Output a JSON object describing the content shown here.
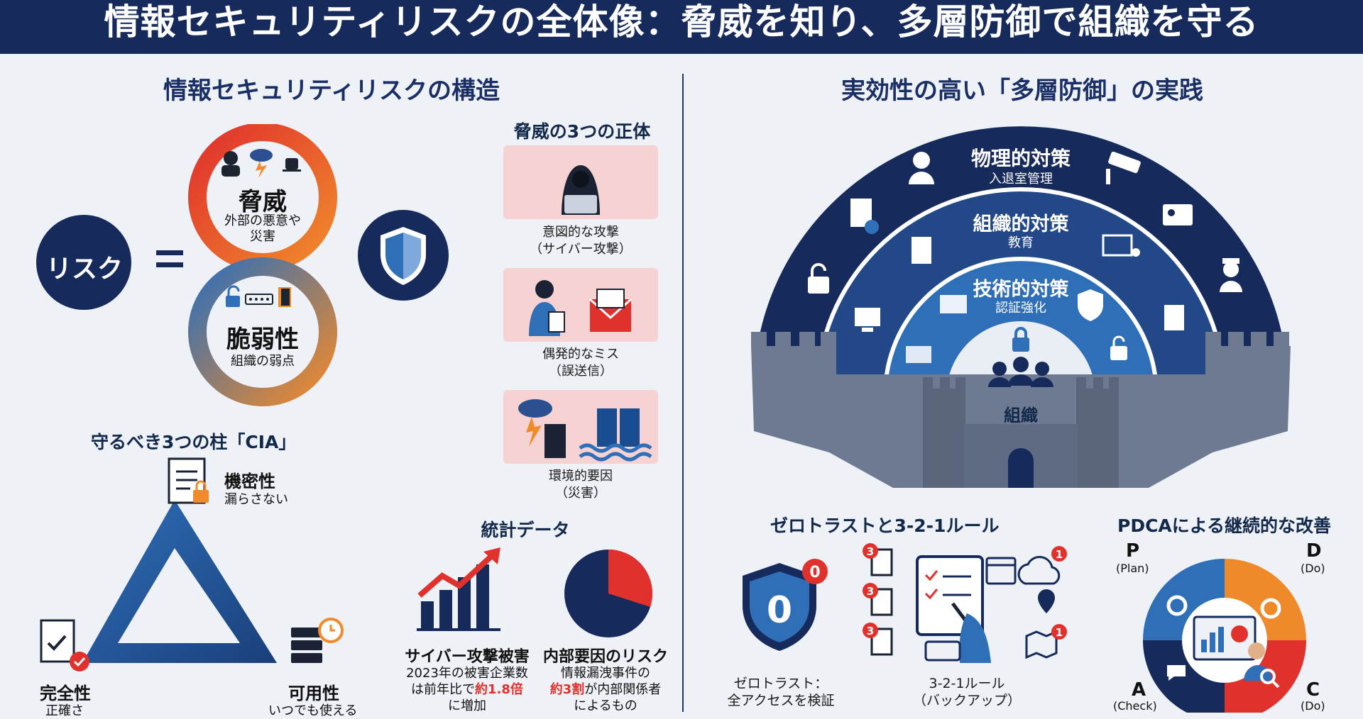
{
  "header": {
    "title": "情報セキュリティリスクの全体像：脅威を知り、多層防御で組織を守る"
  },
  "left": {
    "title": "情報セキュリティリスクの構造",
    "risk": {
      "risk_label": "リスク",
      "equals": "=",
      "threat_title": "脅威",
      "threat_desc": "外部の悪意や\n災害",
      "vuln_title": "脆弱性",
      "vuln_desc": "組織の弱点"
    },
    "threats": {
      "title": "脅威の3つの正体",
      "items": [
        {
          "caption": "意図的な攻撃\n（サイバー攻撃）"
        },
        {
          "caption": "偶発的なミス\n（誤送信）"
        },
        {
          "caption": "環境的要因\n（災害）"
        }
      ]
    },
    "cia": {
      "title": "守るべき3つの柱「CIA」",
      "confidentiality": {
        "label": "機密性",
        "desc": "漏らさない"
      },
      "integrity": {
        "label": "完全性",
        "desc": "正確さ"
      },
      "availability": {
        "label": "可用性",
        "desc": "いつでも使える"
      }
    },
    "stats": {
      "title": "統計データ",
      "cyber": {
        "title": "サイバー攻撃被害",
        "line1": "2023年の被害企業数",
        "line2_pre": "は前年比で",
        "line2_hl": "約1.8倍",
        "line3": "に増加"
      },
      "internal": {
        "title": "内部要因のリスク",
        "line1": "情報漏洩事件の",
        "line2_hl": "約3割",
        "line2_post": "が内部関係者",
        "line3": "によるもの"
      }
    }
  },
  "right": {
    "title": "実効性の高い「多層防御」の実践",
    "layers": {
      "physical": {
        "title": "物理的対策",
        "sub": "入退室管理"
      },
      "organizational": {
        "title": "組織的対策",
        "sub": "教育"
      },
      "technical": {
        "title": "技術的対策",
        "sub": "認証強化"
      },
      "core": "組織"
    },
    "zerotrust": {
      "title": "ゼロトラストと3-2-1ルール",
      "shield_digit": "0",
      "zt_badge": "0",
      "zt_caption": "ゼロトラスト：\n全アクセスを検証",
      "doc_badge": "3",
      "cloud_badge": "1",
      "rule_caption": "3-2-1ルール\n（バックアップ）"
    },
    "pdca": {
      "title": "PDCAによる継続的な改善",
      "p_letter": "P",
      "p_word": "(Plan)",
      "d_letter": "D",
      "d_word": "(Do)",
      "a_letter": "A",
      "a_word": "(Check)",
      "c_letter": "C",
      "c_word": "(Do)"
    }
  },
  "colors": {
    "navy": "#162a5c",
    "blue": "#2f6fb8",
    "red": "#e0312d",
    "orange": "#ef8a2b",
    "gray": "#6e7a91"
  }
}
